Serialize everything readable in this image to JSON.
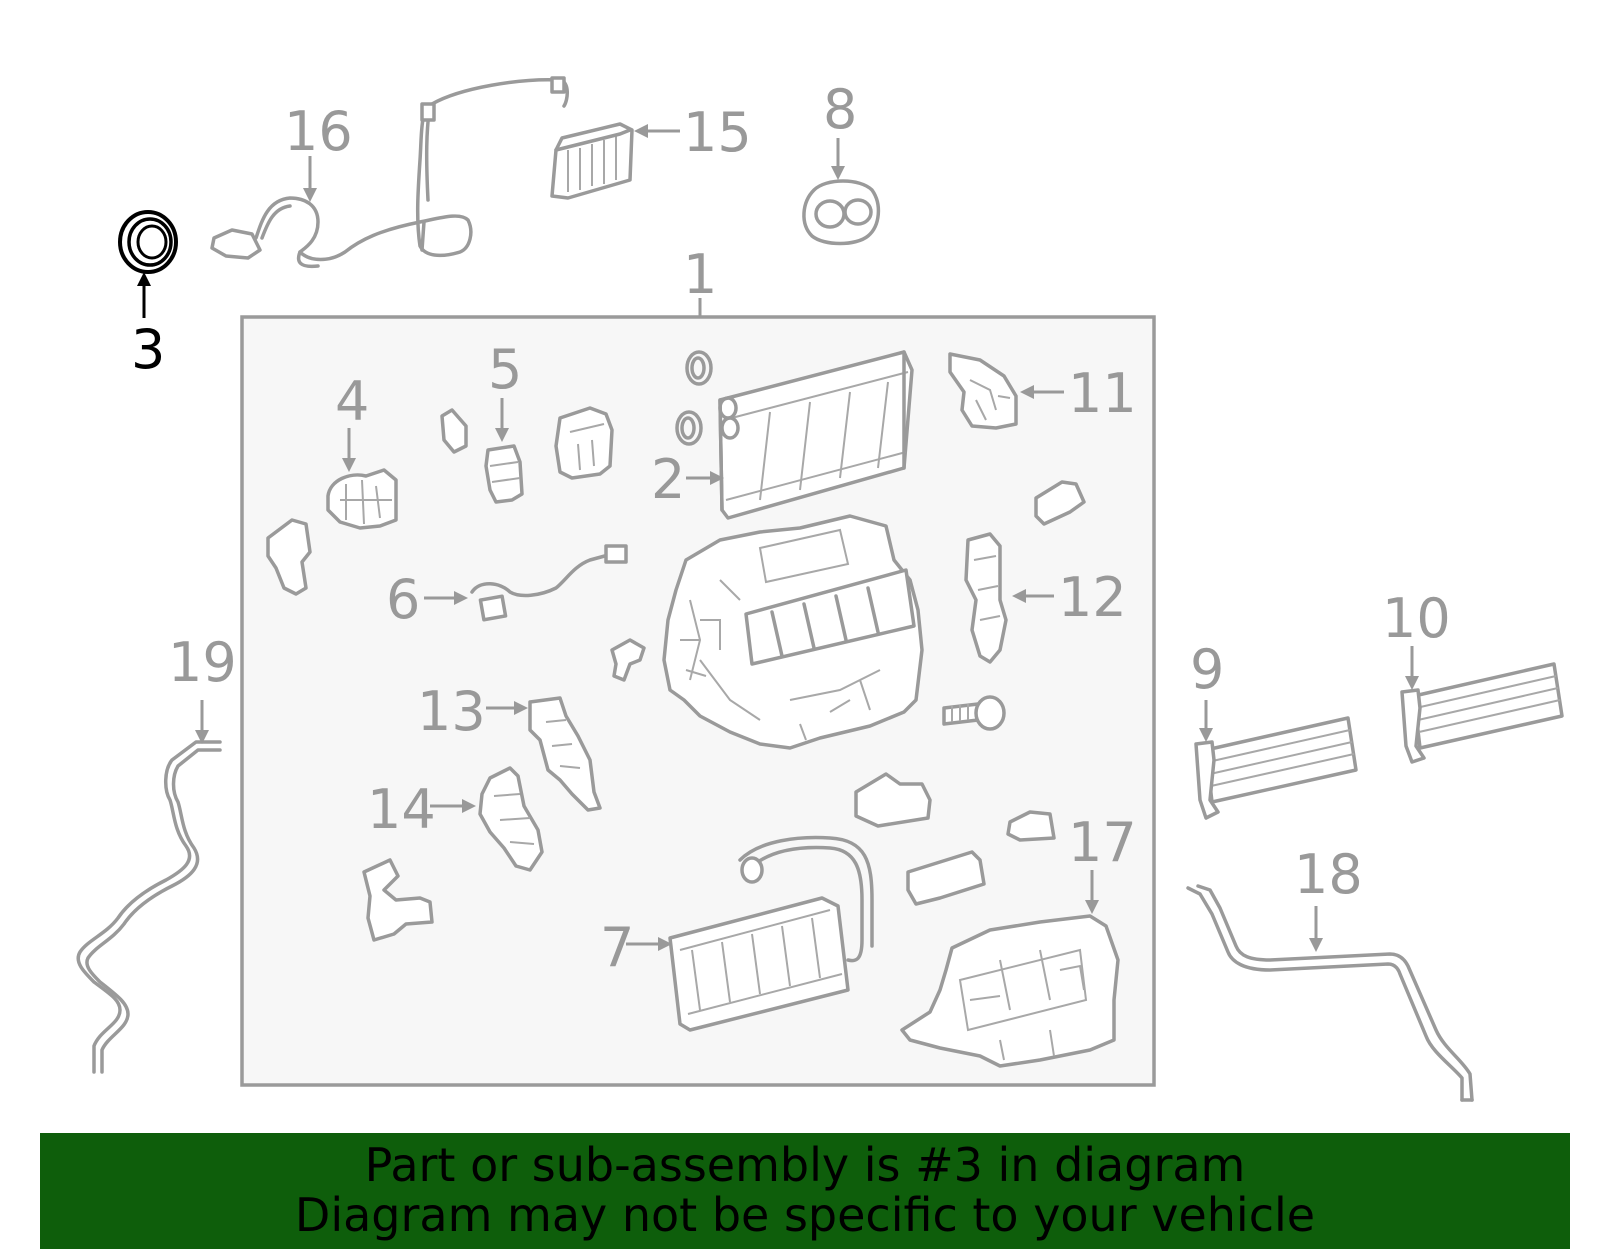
{
  "diagram": {
    "callouts": [
      {
        "id": "1",
        "label": "1"
      },
      {
        "id": "2",
        "label": "2"
      },
      {
        "id": "3",
        "label": "3"
      },
      {
        "id": "4",
        "label": "4"
      },
      {
        "id": "5",
        "label": "5"
      },
      {
        "id": "6",
        "label": "6"
      },
      {
        "id": "7",
        "label": "7"
      },
      {
        "id": "8",
        "label": "8"
      },
      {
        "id": "9",
        "label": "9"
      },
      {
        "id": "10",
        "label": "10"
      },
      {
        "id": "11",
        "label": "11"
      },
      {
        "id": "12",
        "label": "12"
      },
      {
        "id": "13",
        "label": "13"
      },
      {
        "id": "14",
        "label": "14"
      },
      {
        "id": "15",
        "label": "15"
      },
      {
        "id": "16",
        "label": "16"
      },
      {
        "id": "17",
        "label": "17"
      },
      {
        "id": "18",
        "label": "18"
      },
      {
        "id": "19",
        "label": "19"
      }
    ],
    "highlighted_part": "3",
    "colors": {
      "line": "#9a9a9a",
      "highlight": "#000000",
      "box_fill": "#f7f7f7",
      "banner": "#0e5e0b"
    }
  },
  "banner": {
    "line1": "Part or sub-assembly is #3 in diagram",
    "line2": "Diagram may not be specific to your vehicle"
  }
}
